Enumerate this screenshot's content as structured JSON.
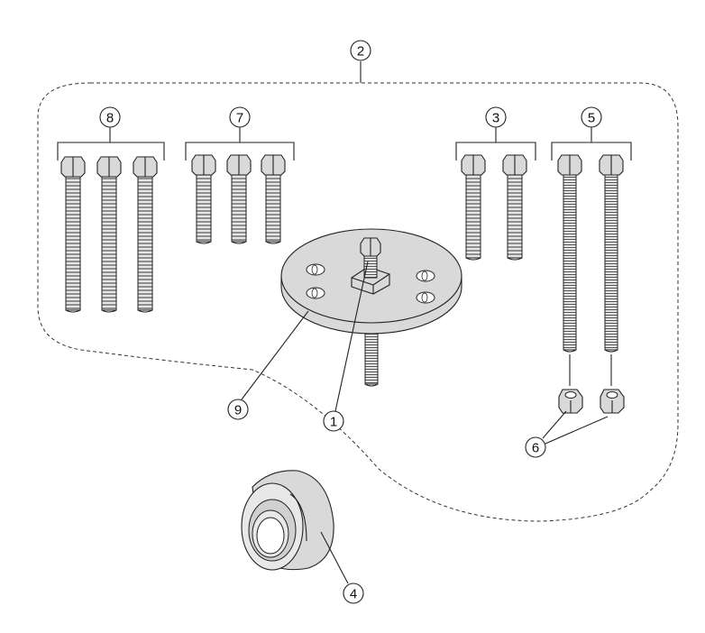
{
  "callouts": {
    "c1": "1",
    "c2": "2",
    "c3": "3",
    "c4": "4",
    "c5": "5",
    "c6": "6",
    "c7": "7",
    "c8": "8",
    "c9": "9"
  },
  "colors": {
    "line": "#222222",
    "part_fill": "#d9d9d9",
    "background": "#ffffff"
  }
}
